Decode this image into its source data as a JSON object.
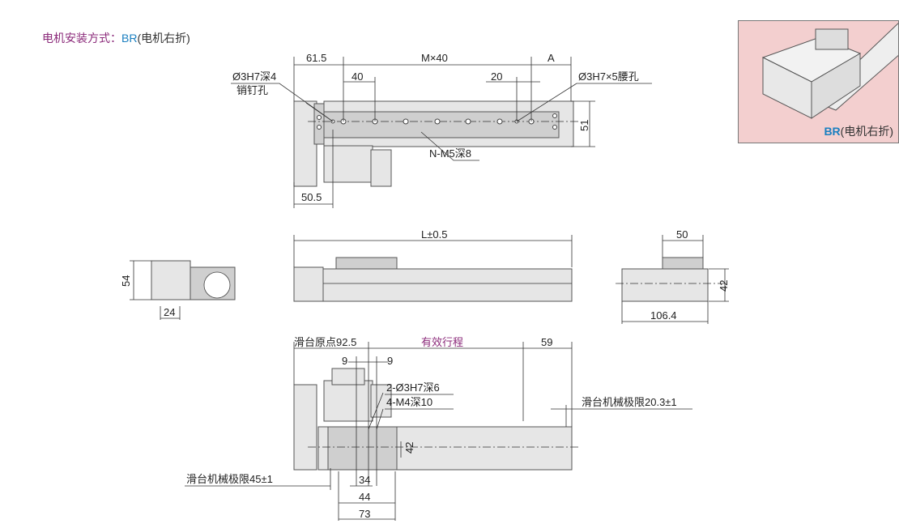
{
  "title": {
    "label": "电机安装方式：",
    "code": "BR",
    "desc": "(电机右折)"
  },
  "inset": {
    "code": "BR",
    "desc": "(电机右折)",
    "bg_color": "#f3cfcf"
  },
  "top_view": {
    "dim_61_5": "61.5",
    "dim_mx40": "M×40",
    "dim_a": "A",
    "dim_40": "40",
    "dim_20": "20",
    "dim_51": "51",
    "dim_50_5": "50.5",
    "pin_hole_1": "Ø3H7深4",
    "pin_hole_2": "销钉孔",
    "slot_hole": "Ø3H7×5腰孔",
    "tap_holes": "N-M5深8"
  },
  "side_view": {
    "dim_l": "L±0.5"
  },
  "end_view_left": {
    "dim_54": "54",
    "dim_24": "24"
  },
  "end_view_right": {
    "dim_50": "50",
    "dim_42": "42",
    "dim_106_4": "106.4"
  },
  "bottom_view": {
    "origin": "滑台原点92.5",
    "stroke": "有效行程",
    "dim_59": "59",
    "dim_9a": "9",
    "dim_9b": "9",
    "pin_holes": "2-Ø3H7深6",
    "tap_holes": "4-M4深10",
    "limit_right": "滑台机械极限20.3±1",
    "dim_42": "42",
    "limit_left": "滑台机械极限45±1",
    "dim_34": "34",
    "dim_44": "44",
    "dim_73": "73"
  },
  "colors": {
    "accent_purple": "#8b2a7a",
    "accent_blue": "#1a7fc0"
  }
}
